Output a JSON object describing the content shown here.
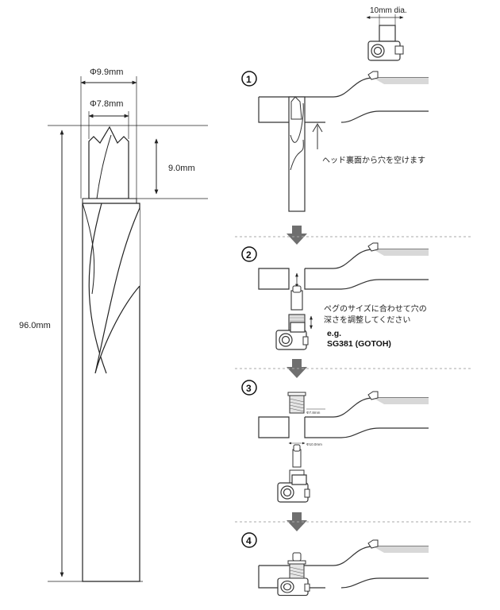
{
  "drill": {
    "outer_diameter": "Φ9.9mm",
    "inner_diameter": "Φ7.8mm",
    "tip_length": "9.0mm",
    "total_length": "96.0mm"
  },
  "top_detail": {
    "label": "10mm dia."
  },
  "steps": [
    {
      "number": "1",
      "note": "ヘッド裏面から穴を空けます"
    },
    {
      "number": "2",
      "note_line1": "ペグのサイズに合わせて穴の",
      "note_line2": "深さを調整してください",
      "example_label": "e.g.",
      "example_model": "SG381 (GOTOH)"
    },
    {
      "number": "3",
      "small_label_top": "Φ7.8mm",
      "small_label_bottom": "Φ10.0mm"
    },
    {
      "number": "4"
    }
  ],
  "colors": {
    "arrow": "#6f6f6f",
    "line": "#333333",
    "dashed": "#aaaaaa",
    "shading": "#d8d8d8"
  }
}
